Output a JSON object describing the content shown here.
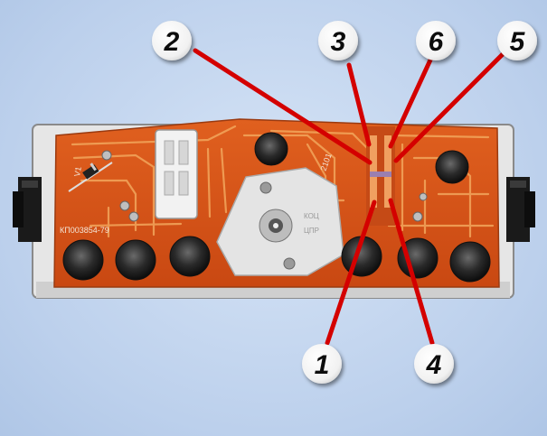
{
  "figure": {
    "board_markings": {
      "part_number": "КП003854-79",
      "code": "2101",
      "v1": "V1",
      "scale_text_1": "КОЦ",
      "scale_text_2": "ЦПР"
    },
    "callouts": [
      {
        "label": "2"
      },
      {
        "label": "3"
      },
      {
        "label": "6"
      },
      {
        "label": "5"
      },
      {
        "label": "1"
      },
      {
        "label": "4"
      }
    ],
    "colors": {
      "background": "#c6d8f0",
      "board": "#d9541a",
      "trace": "#f2a65c",
      "leader": "#d40000",
      "badge": "#ffffff"
    }
  }
}
